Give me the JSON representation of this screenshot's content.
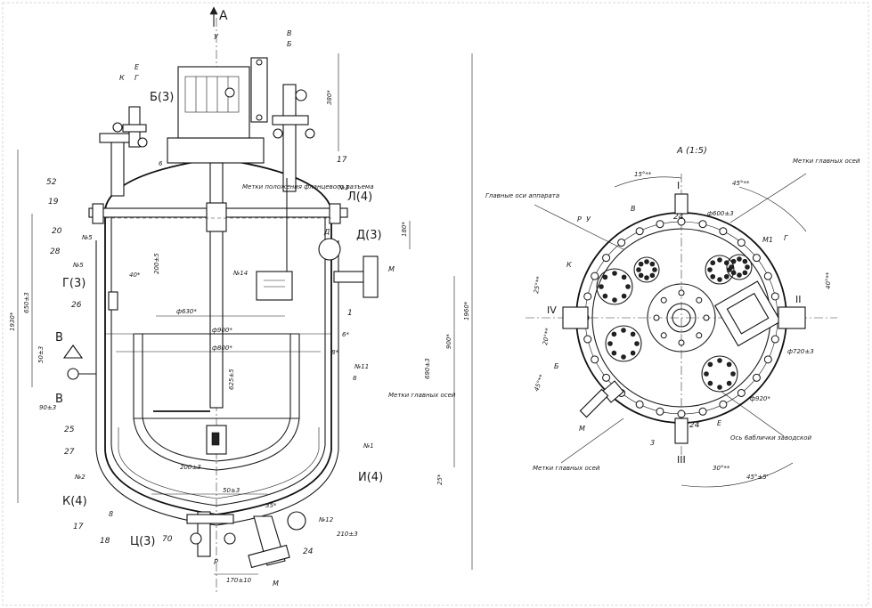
{
  "main_view": {
    "section_mark": "А",
    "nozzle_labels": {
      "u": "У",
      "v": "В",
      "b": "Б",
      "e": "Е",
      "g": "Г",
      "k": "К",
      "d_box": "Д",
      "m": "М",
      "r": "Р",
      "m2": "М"
    },
    "callouts": {
      "b3": "Б(3)",
      "l4": "Л(4)",
      "d3": "Д(3)",
      "g3": "Г(3)",
      "k4": "К(4)",
      "i4": "И(4)",
      "ts3": "Ц(3)",
      "b_cut": "В",
      "b_cut2": "В"
    },
    "positions": [
      "52",
      "19",
      "20",
      "28",
      "26",
      "25",
      "27",
      "17",
      "18",
      "70",
      "24",
      "1",
      "17",
      "8"
    ],
    "pos_17_top": "17",
    "no_labels": {
      "n5a": "№5",
      "n5b": "№5",
      "n3": "№3",
      "n14": "№14",
      "n11": "№11",
      "n1": "№1",
      "n2": "№2",
      "n12": "№12"
    },
    "dims": {
      "d380": "380*",
      "d1930": "1930*",
      "d650": "650±3",
      "d40": "40*",
      "d200": "200±5",
      "d630": "ф630*",
      "d900": "ф900*",
      "d800": "ф800*",
      "d625": "625±5",
      "d50": "50±3",
      "d90": "90±3",
      "d200b": "200±3",
      "d50b": "50±3",
      "d35": "35*",
      "d210": "210±3",
      "d170": "170±10",
      "d1960": "1960*",
      "d900v": "900*",
      "d690": "690±3",
      "d180": "180*",
      "d25": "25*",
      "d6": "6*",
      "d8": "8*",
      "d8b": "8",
      "d6b": "6"
    },
    "notes": {
      "flange_marks": "Метки положения фланцевого разъема",
      "axis_marks": "Метки главных осей"
    }
  },
  "section_view": {
    "title": "А (1:5)",
    "roman": [
      "I",
      "II",
      "III",
      "IV"
    ],
    "nozzle_tags": [
      "Р",
      "У",
      "В",
      "К",
      "Б",
      "М",
      "Е",
      "Г",
      "М1",
      "3"
    ],
    "pos": [
      "24",
      "24"
    ],
    "dims": {
      "d600": "ф600±3",
      "d920": "ф920*",
      "d720": "ф720±3",
      "a15": "15°**",
      "a45": "45°**",
      "a40": "40°**",
      "a25": "25°**",
      "a20": "20°**",
      "a45b": "45°**",
      "a30": "30°**",
      "a45c": "45°±5'"
    },
    "notes": {
      "main_axes": "Главные оси аппарата",
      "axis_marks_top": "Метки главных осей",
      "axis_marks_bottom": "Метки главных осей",
      "probe_axis": "Ось 6аблички заводской"
    }
  }
}
